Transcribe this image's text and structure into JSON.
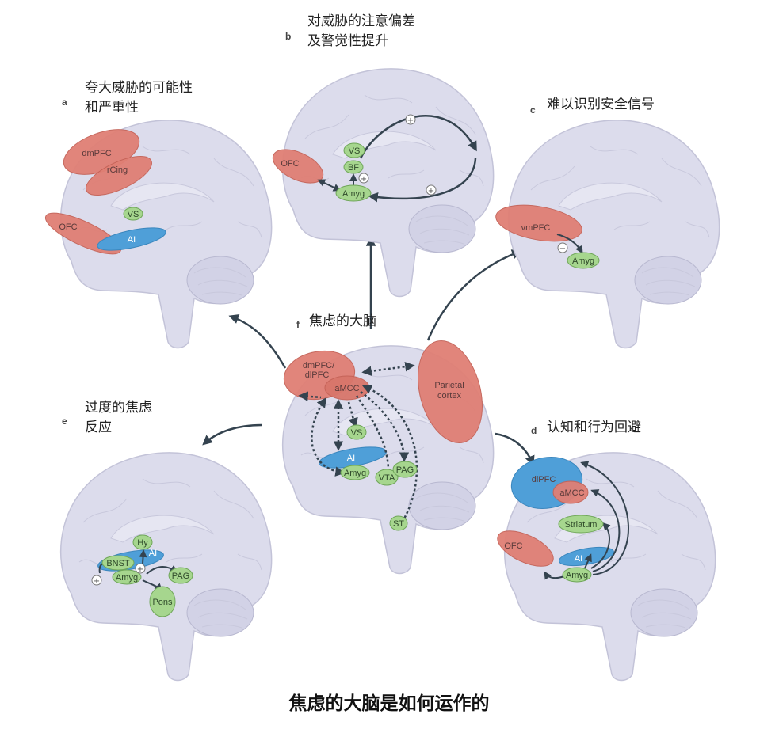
{
  "panels": {
    "a": {
      "letter": "a",
      "title_line1": "夸大威胁的可能性",
      "title_line2": "和严重性",
      "regions": {
        "dmPFC": "dmPFC",
        "rCing": "rCing",
        "OFC": "OFC",
        "VS": "VS",
        "AI": "AI"
      }
    },
    "b": {
      "letter": "b",
      "title_line1": "对威胁的注意偏差",
      "title_line2": "及警觉性提升",
      "regions": {
        "OFC": "OFC",
        "VS": "VS",
        "BF": "BF",
        "Amyg": "Amyg"
      },
      "plus": "+"
    },
    "c": {
      "letter": "c",
      "title": "难以识别安全信号",
      "regions": {
        "vmPFC": "vmPFC",
        "Amyg": "Amyg"
      },
      "minus": "−"
    },
    "d": {
      "letter": "d",
      "title": "认知和行为回避",
      "regions": {
        "dlPFC": "dlPFC",
        "aMCC": "aMCC",
        "Striatum": "Striatum",
        "OFC": "OFC",
        "AI": "AI",
        "Amyg": "Amyg"
      }
    },
    "e": {
      "letter": "e",
      "title_line1": "过度的焦虑",
      "title_line2": "反应",
      "regions": {
        "Hy": "Hy",
        "AI": "AI",
        "BNST": "BNST",
        "Amyg": "Amyg",
        "PAG": "PAG",
        "Pons": "Pons"
      },
      "plus": "+"
    },
    "f": {
      "letter": "f",
      "title": "焦虑的大脑",
      "regions": {
        "dmPFC1": "dmPFC/",
        "dmPFC2": "dlPFC",
        "aMCC": "aMCC",
        "Parietal1": "Parietal",
        "Parietal2": "cortex",
        "VS": "VS",
        "AI": "AI",
        "Amyg": "Amyg",
        "VTA": "VTA",
        "PAG": "PAG",
        "ST": "ST"
      }
    }
  },
  "caption": "焦虑的大脑是如何运作的",
  "colors": {
    "prefrontal": "#e07f74",
    "insula": "#4f9fd8",
    "subcortical": "#a6d68e",
    "brain": "#dcdcec",
    "arrow": "#34434f"
  }
}
